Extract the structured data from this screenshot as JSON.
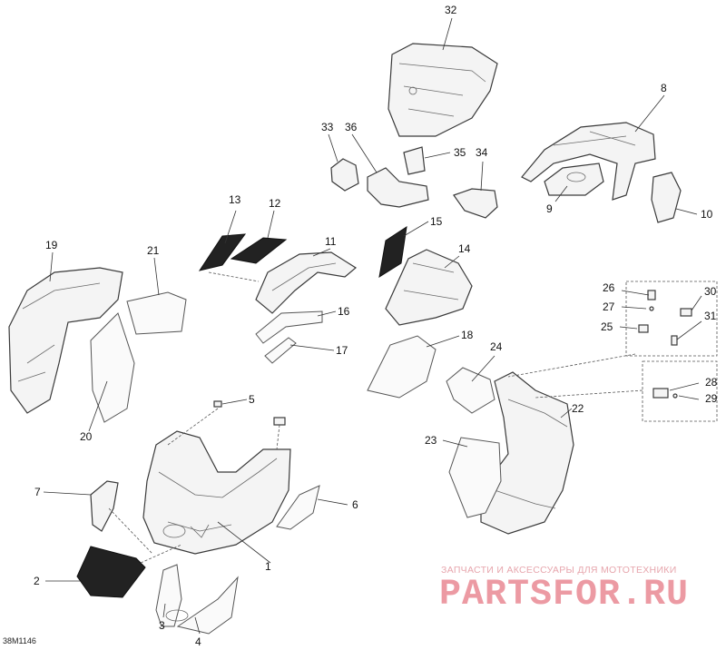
{
  "diagram": {
    "code": "38M1146",
    "callouts": [
      "1",
      "2",
      "3",
      "4",
      "5",
      "6",
      "7",
      "8",
      "9",
      "10",
      "11",
      "12",
      "13",
      "14",
      "15",
      "16",
      "17",
      "18",
      "19",
      "20",
      "21",
      "22",
      "23",
      "24",
      "25",
      "26",
      "27",
      "28",
      "29",
      "30",
      "31",
      "32",
      "33",
      "34",
      "35",
      "36"
    ]
  },
  "watermark": {
    "tagline": "ЗАПЧАСТИ И АКСЕССУАРЫ ДЛЯ МОТОТЕХНИКИ",
    "logo": "PARTSFOR.RU",
    "color": "#ec9aa3"
  }
}
